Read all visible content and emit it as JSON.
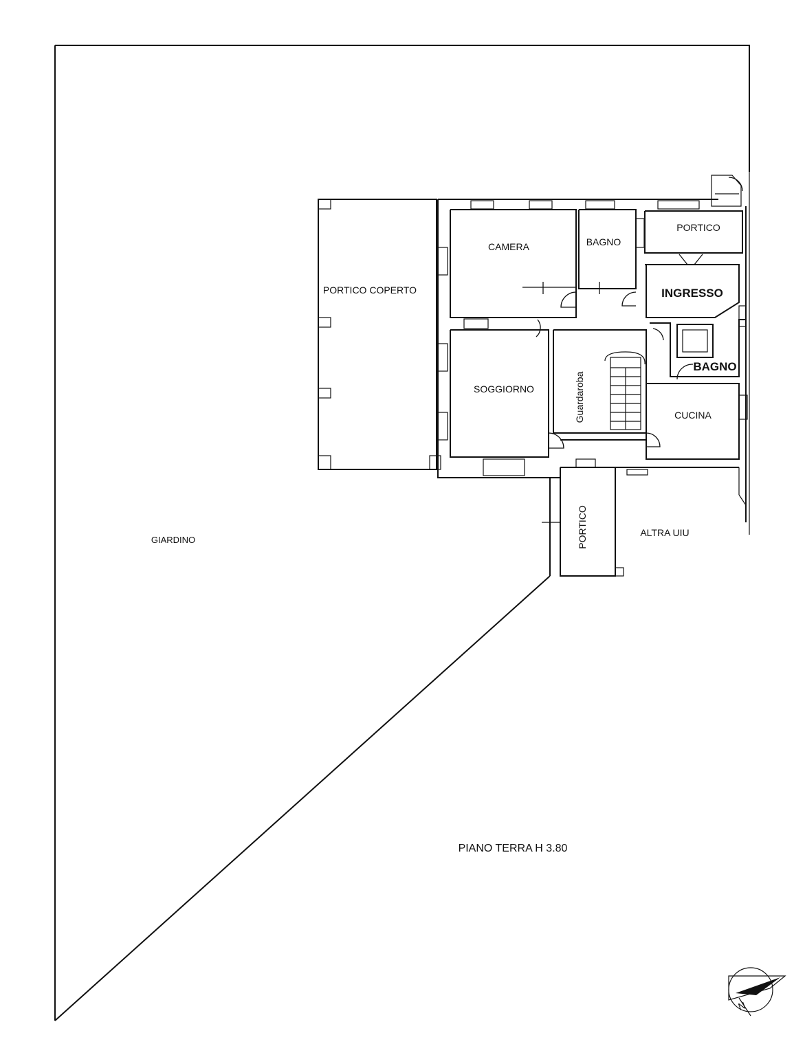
{
  "plan": {
    "title": "PIANO TERRA H 3.80",
    "rooms": {
      "portico_coperto": "PORTICO COPERTO",
      "camera": "CAMERA",
      "bagno_1": "BAGNO",
      "portico_1": "PORTICO",
      "ingresso": "INGRESSO",
      "soggiorno": "SOGGIORNO",
      "guardaroba": "Guardaroba",
      "bagno_2": "BAGNO",
      "cucina": "CUCINA",
      "portico_2": "PORTICO",
      "altra_uiu": "ALTRA UIU",
      "giardino": "GIARDINO"
    },
    "compass_icon": "north-arrow-icon",
    "compass_letter": "N"
  }
}
